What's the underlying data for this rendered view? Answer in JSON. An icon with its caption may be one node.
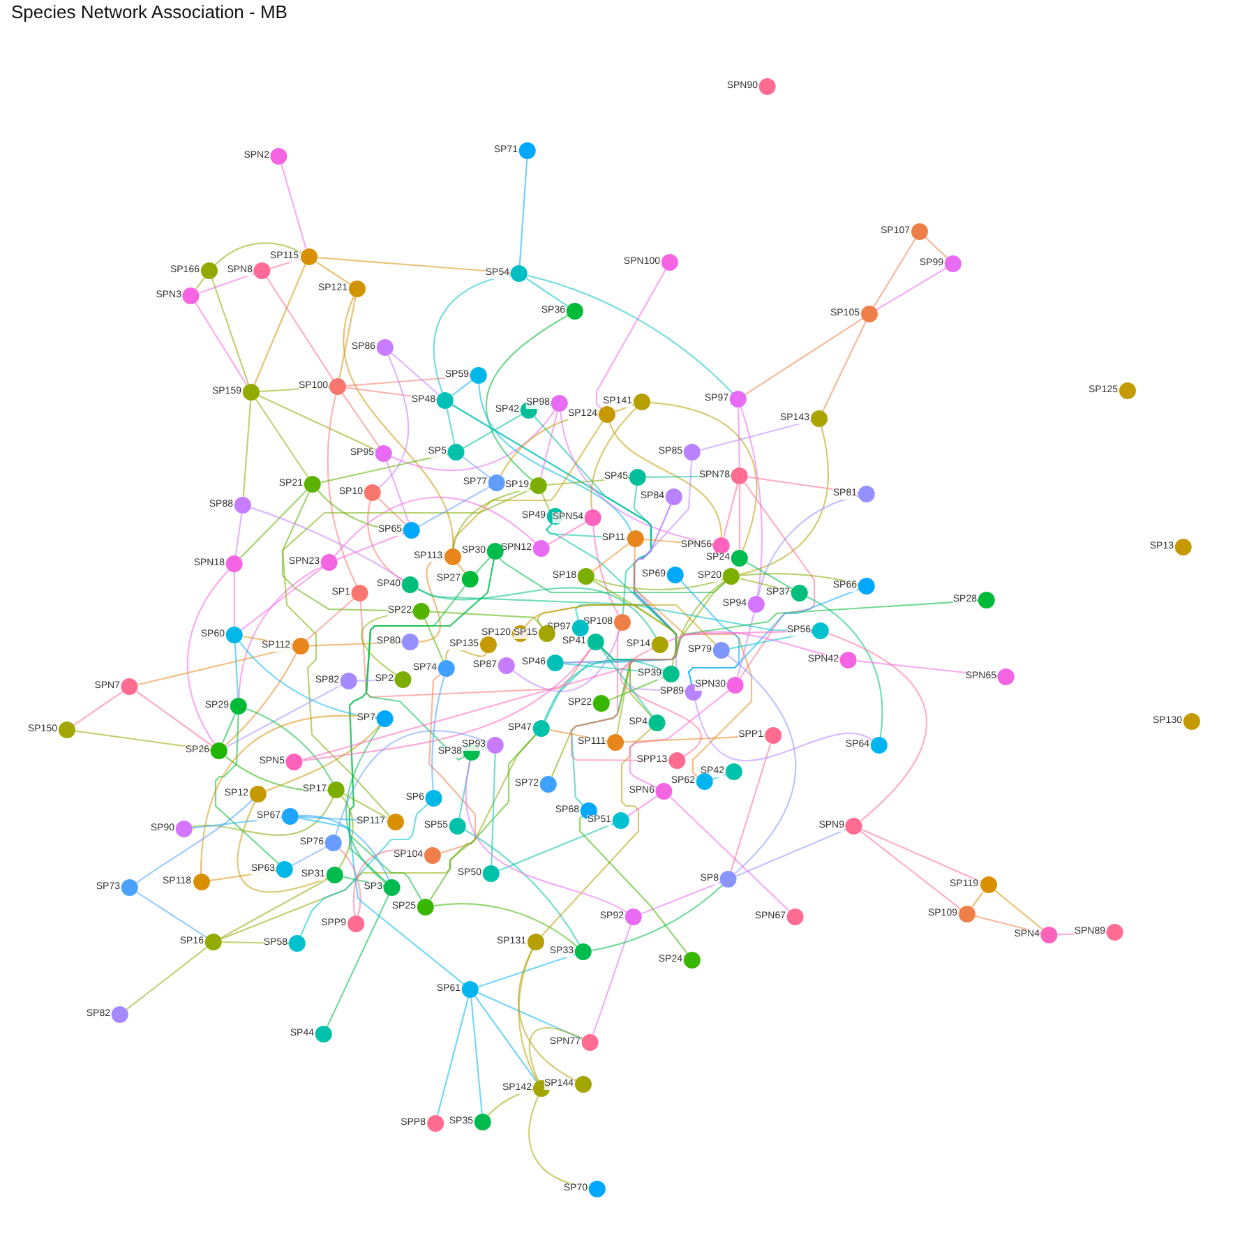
{
  "diagram": {
    "title": "Species Network Association - MB",
    "nodes": [
      {
        "text": [
          "SPN90"
        ]
      },
      {
        "text": [
          "SPN2"
        ]
      },
      {
        "text": [
          "SP71"
        ]
      },
      {
        "text": [
          "SPN100"
        ]
      },
      {
        "text": [
          "SP107"
        ]
      },
      {
        "text": [
          "SP99"
        ]
      },
      {
        "text": [
          "SP115"
        ]
      },
      {
        "text": [
          "SP166"
        ]
      },
      {
        "text": [
          "SPN8"
        ]
      },
      {
        "text": [
          "SPN3"
        ]
      },
      {
        "text": [
          "SP54"
        ]
      },
      {
        "text": [
          "SP121"
        ]
      },
      {
        "text": [
          "SP36"
        ]
      },
      {
        "text": [
          "SP105"
        ]
      },
      {
        "text": [
          "SP86"
        ]
      },
      {
        "text": [
          "SP59"
        ]
      },
      {
        "text": [
          "SP100"
        ]
      },
      {
        "text": [
          "SP159"
        ]
      },
      {
        "text": [
          "SP125"
        ]
      },
      {
        "text": [
          "SP48"
        ]
      },
      {
        "text": [
          "SP42"
        ]
      },
      {
        "text": [
          "SP98"
        ]
      },
      {
        "text": [
          "SP141"
        ]
      },
      {
        "text": [
          "SP124"
        ]
      },
      {
        "text": [
          "SP97"
        ]
      },
      {
        "text": [
          "SP143"
        ]
      },
      {
        "text": [
          "SP95"
        ]
      },
      {
        "text": [
          "SP5"
        ]
      },
      {
        "text": [
          "SP85"
        ]
      },
      {
        "text": [
          "SP21"
        ]
      },
      {
        "text": [
          "SP10"
        ]
      },
      {
        "text": [
          "SP77"
        ]
      },
      {
        "text": [
          "SP19"
        ]
      },
      {
        "text": [
          "SP45"
        ]
      },
      {
        "text": [
          "SPN78"
        ]
      },
      {
        "text": [
          "SP81"
        ]
      },
      {
        "text": [
          "SP88"
        ]
      },
      {
        "text": [
          "SP84"
        ]
      },
      {
        "text": [
          "SP49"
        ]
      },
      {
        "text": [
          "SPN54"
        ]
      },
      {
        "text": [
          "SP65"
        ]
      },
      {
        "text": [
          "SP11"
        ]
      },
      {
        "text": [
          "SP13"
        ]
      },
      {
        "text": [
          "SPN12"
        ]
      },
      {
        "text": [
          "SP30"
        ]
      },
      {
        "text": [
          "SP113"
        ]
      },
      {
        "text": [
          "SPN56"
        ]
      },
      {
        "text": [
          "SP24"
        ]
      },
      {
        "text": [
          "SPN18"
        ]
      },
      {
        "text": [
          "SPN23"
        ]
      },
      {
        "text": [
          "SP27"
        ]
      },
      {
        "text": [
          "SP18"
        ]
      },
      {
        "text": [
          "SP69"
        ]
      },
      {
        "text": [
          "SP20"
        ]
      },
      {
        "text": [
          "SP40"
        ]
      },
      {
        "text": [
          "SP66"
        ]
      },
      {
        "text": [
          "SP1"
        ]
      },
      {
        "text": [
          "SP37"
        ]
      },
      {
        "text": [
          "SP94"
        ]
      },
      {
        "text": [
          "SP28"
        ]
      },
      {
        "text": [
          "SP22"
        ]
      },
      {
        "text": [
          "SP108"
        ]
      },
      {
        "text": [
          "SP97"
        ]
      },
      {
        "text": [
          "SP120"
        ]
      },
      {
        "text": [
          "SP15"
        ]
      },
      {
        "text": [
          "SP41"
        ]
      },
      {
        "text": [
          "SP14"
        ]
      },
      {
        "text": [
          "SP56"
        ]
      },
      {
        "text": [
          "SP60"
        ]
      },
      {
        "text": [
          "SP112"
        ]
      },
      {
        "text": [
          "SP80"
        ]
      },
      {
        "text": [
          "SP135"
        ]
      },
      {
        "text": [
          "SP79"
        ]
      },
      {
        "text": [
          "SPN42"
        ]
      },
      {
        "text": [
          "SPN65"
        ]
      },
      {
        "text": [
          "SP74"
        ]
      },
      {
        "text": [
          "SP87"
        ]
      },
      {
        "text": [
          "SP46"
        ]
      },
      {
        "text": [
          "SP39"
        ]
      },
      {
        "text": [
          "SP2"
        ]
      },
      {
        "text": [
          "SP89"
        ]
      },
      {
        "text": [
          "SPN30"
        ]
      },
      {
        "text": [
          "SPN7"
        ]
      },
      {
        "text": [
          "SP82"
        ]
      },
      {
        "text": [
          "SP29"
        ]
      },
      {
        "text": [
          "SP22"
        ]
      },
      {
        "text": [
          "SP4"
        ]
      },
      {
        "text": [
          "SP7"
        ]
      },
      {
        "text": [
          "SP47"
        ]
      },
      {
        "text": [
          "SP150"
        ]
      },
      {
        "text": [
          "SPP1"
        ]
      },
      {
        "text": [
          "SP64"
        ]
      },
      {
        "text": [
          "SP26"
        ]
      },
      {
        "text": [
          "SP111"
        ]
      },
      {
        "text": [
          "SP38"
        ]
      },
      {
        "text": [
          "SP93"
        ]
      },
      {
        "text": [
          "SPP13"
        ]
      },
      {
        "text": [
          "SP42"
        ]
      },
      {
        "text": [
          "SPN5"
        ]
      },
      {
        "text": [
          "SP72"
        ]
      },
      {
        "text": [
          "SP62"
        ]
      },
      {
        "text": [
          "SPN6"
        ]
      },
      {
        "text": [
          "SP12"
        ]
      },
      {
        "text": [
          "SP17"
        ]
      },
      {
        "text": [
          "SP6"
        ]
      },
      {
        "text": [
          "SP68"
        ]
      },
      {
        "text": [
          "SP51"
        ]
      },
      {
        "text": [
          "SP90"
        ]
      },
      {
        "text": [
          "SP67"
        ]
      },
      {
        "text": [
          "SP117"
        ]
      },
      {
        "text": [
          "SP55"
        ]
      },
      {
        "text": [
          "SPN9"
        ]
      },
      {
        "text": [
          "SP76"
        ]
      },
      {
        "text": [
          "SP104"
        ]
      },
      {
        "text": [
          "SP118"
        ]
      },
      {
        "text": [
          "SP63"
        ]
      },
      {
        "text": [
          "SP31"
        ]
      },
      {
        "text": [
          "SP50"
        ]
      },
      {
        "text": [
          "SP8"
        ]
      },
      {
        "text": [
          "SP119"
        ]
      },
      {
        "text": [
          "SP73"
        ]
      },
      {
        "text": [
          "SP3"
        ]
      },
      {
        "text": [
          "SP25"
        ]
      },
      {
        "text": [
          "SP109"
        ]
      },
      {
        "text": [
          "SPP9"
        ]
      },
      {
        "text": [
          "SP92"
        ]
      },
      {
        "text": [
          "SPN67"
        ]
      },
      {
        "text": [
          "SPN4"
        ]
      },
      {
        "text": [
          "SPN89"
        ]
      },
      {
        "text": [
          "SP16"
        ]
      },
      {
        "text": [
          "SP58"
        ]
      },
      {
        "text": [
          "SP131"
        ]
      },
      {
        "text": [
          "SP33"
        ]
      },
      {
        "text": [
          "SP24"
        ]
      },
      {
        "text": [
          "SP61"
        ]
      },
      {
        "text": [
          "SP82"
        ]
      },
      {
        "text": [
          "SP44"
        ]
      },
      {
        "text": [
          "SPN77"
        ]
      },
      {
        "text": [
          "SP142"
        ]
      },
      {
        "text": [
          "SP144"
        ]
      },
      {
        "text": [
          "SPP8"
        ]
      },
      {
        "text": [
          "SP35"
        ]
      },
      {
        "text": [
          "SP70"
        ]
      },
      {
        "text": [
          "SP130"
        ]
      }
    ],
    "edges": [
      {
        "from": 1,
        "to": 6,
        "arrow": "none",
        "color": "#f564e3"
      },
      {
        "from": 7,
        "to": 6,
        "arrow": "none",
        "color": "#93aa00"
      },
      {
        "from": 8,
        "to": 6,
        "arrow": "none",
        "color": "#ff6a98"
      },
      {
        "from": 9,
        "to": 8,
        "arrow": "none",
        "color": "#f564e3"
      },
      {
        "from": 7,
        "to": 9,
        "arrow": "none",
        "color": "#93aa00"
      },
      {
        "from": 7,
        "to": 17,
        "arrow": "none",
        "color": "#93aa00"
      },
      {
        "from": 6,
        "to": 17,
        "arrow": "none",
        "color": "#d89000"
      },
      {
        "from": 6,
        "to": 11,
        "arrow": "none",
        "color": "#d89000"
      },
      {
        "from": 6,
        "to": 10,
        "arrow": "none",
        "color": "#d89000"
      },
      {
        "from": 8,
        "to": 16,
        "arrow": "none",
        "color": "#ff6a98"
      },
      {
        "from": 9,
        "to": 17,
        "arrow": "none",
        "color": "#f564e3"
      },
      {
        "from": 11,
        "to": 16,
        "arrow": "none",
        "color": "#cf9400"
      },
      {
        "from": 11,
        "to": 45,
        "arrow": "none",
        "color": "#cf9400"
      },
      {
        "from": 17,
        "to": 16,
        "arrow": "none",
        "color": "#93aa00"
      },
      {
        "from": 17,
        "to": 26,
        "arrow": "none",
        "color": "#93aa00"
      },
      {
        "from": 17,
        "to": 29,
        "arrow": "none",
        "color": "#93aa00"
      },
      {
        "from": 17,
        "to": 36,
        "arrow": "none",
        "color": "#93aa00"
      },
      {
        "from": 16,
        "to": 26,
        "arrow": "none",
        "color": "#f8766d"
      },
      {
        "from": 16,
        "to": 56,
        "arrow": "none",
        "color": "#f8766d"
      },
      {
        "from": 16,
        "to": 15,
        "arrow": "none",
        "color": "#f8766d"
      },
      {
        "from": 16,
        "to": 19,
        "arrow": "none",
        "color": "#f8766d"
      },
      {
        "from": 14,
        "to": 30,
        "arrow": "none",
        "color": "#c77cff"
      },
      {
        "from": 14,
        "to": 19,
        "arrow": "none",
        "color": "#c77cff"
      },
      {
        "from": 26,
        "to": 21,
        "arrow": "none",
        "color": "#e76bf3"
      },
      {
        "from": 26,
        "to": 40,
        "arrow": "none",
        "color": "#e76bf3"
      },
      {
        "from": 29,
        "to": 27,
        "arrow": "none",
        "color": "#5bb300"
      },
      {
        "from": 29,
        "to": 40,
        "arrow": "none",
        "color": "#5bb300"
      },
      {
        "from": 29,
        "to": 60,
        "arrow": "none",
        "color": "#5bb300"
      },
      {
        "from": 29,
        "to": 48,
        "arrow": "none",
        "color": "#5bb300"
      },
      {
        "from": 30,
        "to": 40,
        "arrow": "none",
        "color": "#f8766d"
      },
      {
        "from": 30,
        "to": 54,
        "arrow": "none",
        "color": "#f8766d"
      },
      {
        "from": 36,
        "to": 48,
        "arrow": "none",
        "color": "#c77cff"
      },
      {
        "from": 36,
        "to": 54,
        "arrow": "none",
        "color": "#c77cff"
      },
      {
        "from": 48,
        "to": 68,
        "arrow": "none",
        "color": "#f564e3"
      },
      {
        "from": 48,
        "to": 92,
        "arrow": "none",
        "color": "#f564e3"
      },
      {
        "from": 49,
        "to": 40,
        "arrow": "none",
        "color": "#f564e3"
      },
      {
        "from": 49,
        "to": 68,
        "arrow": "none",
        "color": "#f564e3"
      },
      {
        "from": 49,
        "to": 84,
        "arrow": "none",
        "color": "#f564e3"
      },
      {
        "from": 49,
        "to": 43,
        "arrow": "none",
        "color": "#f564e3"
      },
      {
        "from": 56,
        "to": 69,
        "arrow": "none",
        "color": "#f8766d"
      },
      {
        "from": 56,
        "to": 65,
        "arrow": "none",
        "color": "#f8766d"
      },
      {
        "from": 2,
        "to": 10,
        "arrow": "none",
        "color": "#00a9ff"
      },
      {
        "from": 10,
        "to": 12,
        "arrow": "none",
        "color": "#00bfc4"
      },
      {
        "from": 10,
        "to": 24,
        "arrow": "none",
        "color": "#00bfc4"
      },
      {
        "from": 10,
        "to": 19,
        "arrow": "none",
        "color": "#00bfc4"
      },
      {
        "from": 12,
        "to": 32,
        "arrow": "none",
        "color": "#00ba38"
      },
      {
        "from": 3,
        "to": 23,
        "arrow": "none",
        "color": "#f564e3"
      },
      {
        "from": 4,
        "to": 5,
        "arrow": "none",
        "color": "#ef7f49"
      },
      {
        "from": 4,
        "to": 13,
        "arrow": "none",
        "color": "#ef7f49"
      },
      {
        "from": 5,
        "to": 13,
        "arrow": "none",
        "color": "#e76bf3"
      },
      {
        "from": 13,
        "to": 24,
        "arrow": "none",
        "color": "#ef7f49"
      },
      {
        "from": 13,
        "to": 25,
        "arrow": "none",
        "color": "#ef7f49"
      },
      {
        "from": 25,
        "to": 53,
        "arrow": "none",
        "color": "#aba300"
      },
      {
        "from": 24,
        "to": 34,
        "arrow": "none",
        "color": "#e76bf3"
      },
      {
        "from": 24,
        "to": 58,
        "arrow": "none",
        "color": "#e76bf3"
      },
      {
        "from": 28,
        "to": 25,
        "arrow": "none",
        "color": "#b983ff"
      },
      {
        "from": 28,
        "to": 78,
        "arrow": "none",
        "color": "#b983ff"
      },
      {
        "from": 15,
        "to": 19,
        "arrow": "none",
        "color": "#00b8e7"
      },
      {
        "from": 15,
        "to": 41,
        "arrow": "none",
        "color": "#00b8e7"
      },
      {
        "from": 19,
        "to": 27,
        "arrow": "none",
        "color": "#00c0b8"
      },
      {
        "from": 19,
        "to": 77,
        "arrow": "none",
        "color": "#00c0b8"
      },
      {
        "from": 19,
        "to": 88,
        "arrow": "none",
        "color": "#00c0b8"
      },
      {
        "from": 20,
        "to": 21,
        "arrow": "none",
        "color": "#00bf99"
      },
      {
        "from": 20,
        "to": 27,
        "arrow": "none",
        "color": "#00bf99"
      },
      {
        "from": 20,
        "to": 65,
        "arrow": "none",
        "color": "#00bf99"
      },
      {
        "from": 21,
        "to": 46,
        "arrow": "none",
        "color": "#e76bf3"
      },
      {
        "from": 21,
        "to": 32,
        "arrow": "none",
        "color": "#e76bf3"
      },
      {
        "from": 22,
        "to": 23,
        "arrow": "none",
        "color": "#b69f00"
      },
      {
        "from": 22,
        "to": 39,
        "arrow": "none",
        "color": "#b69f00"
      },
      {
        "from": 22,
        "to": 47,
        "arrow": "none",
        "color": "#b69f00"
      },
      {
        "from": 23,
        "to": 31,
        "arrow": "none",
        "color": "#c49a00"
      },
      {
        "from": 23,
        "to": 45,
        "arrow": "none",
        "color": "#c49a00"
      },
      {
        "from": 23,
        "to": 46,
        "arrow": "none",
        "color": "#c49a00"
      },
      {
        "from": 32,
        "to": 33,
        "arrow": "none",
        "color": "#7cae00"
      },
      {
        "from": 32,
        "to": 38,
        "arrow": "none",
        "color": "#7cae00"
      },
      {
        "from": 32,
        "to": 45,
        "arrow": "none",
        "color": "#7cae00"
      },
      {
        "from": 32,
        "to": 109,
        "arrow": "none",
        "color": "#7cae00"
      },
      {
        "from": 33,
        "to": 61,
        "arrow": "none",
        "color": "#00bf99"
      },
      {
        "from": 33,
        "to": 34,
        "arrow": "none",
        "color": "#00bf99"
      },
      {
        "from": 34,
        "to": 46,
        "arrow": "none",
        "color": "#ff6c91"
      },
      {
        "from": 34,
        "to": 47,
        "arrow": "none",
        "color": "#ff6c91"
      },
      {
        "from": 34,
        "to": 35,
        "arrow": "none",
        "color": "#ff6c91"
      },
      {
        "from": 34,
        "to": 81,
        "arrow": "none",
        "color": "#ff6c91"
      },
      {
        "from": 37,
        "to": 80,
        "arrow": "none",
        "color": "#b983ff"
      },
      {
        "from": 37,
        "to": 77,
        "arrow": "none",
        "color": "#b983ff"
      },
      {
        "from": 35,
        "to": 58,
        "arrow": "none",
        "color": "#9590ff"
      },
      {
        "from": 31,
        "to": 40,
        "arrow": "none",
        "color": "#619cff"
      },
      {
        "from": 31,
        "to": 27,
        "arrow": "none",
        "color": "#619cff"
      },
      {
        "from": 38,
        "to": 41,
        "arrow": "none",
        "color": "#00c1aa"
      },
      {
        "from": 38,
        "to": 105,
        "arrow": "none",
        "color": "#00c1aa"
      },
      {
        "from": 39,
        "to": 43,
        "arrow": "none",
        "color": "#ff62bc"
      },
      {
        "from": 39,
        "to": 61,
        "arrow": "none",
        "color": "#ff62bc"
      },
      {
        "from": 41,
        "to": 46,
        "arrow": "none",
        "color": "#e7861b"
      },
      {
        "from": 41,
        "to": 100,
        "arrow": "none",
        "color": "#e7861b"
      },
      {
        "from": 41,
        "to": 51,
        "arrow": "none",
        "color": "#e7861b"
      },
      {
        "from": 44,
        "to": 53,
        "arrow": "none",
        "color": "#00bb4e"
      },
      {
        "from": 44,
        "to": 94,
        "arrow": "none",
        "color": "#00bb4e"
      },
      {
        "from": 44,
        "to": 121,
        "arrow": "none",
        "color": "#00bb4e"
      },
      {
        "from": 45,
        "to": 70,
        "arrow": "none",
        "color": "#e7861b"
      },
      {
        "from": 50,
        "to": 122,
        "arrow": "none",
        "color": "#00ba38"
      },
      {
        "from": 51,
        "to": 53,
        "arrow": "none",
        "color": "#7cae00"
      },
      {
        "from": 51,
        "to": 99,
        "arrow": "none",
        "color": "#7cae00"
      },
      {
        "from": 52,
        "to": 80,
        "arrow": "none",
        "color": "#00a9ff"
      },
      {
        "from": 53,
        "to": 55,
        "arrow": "none",
        "color": "#7cae00"
      },
      {
        "from": 53,
        "to": 57,
        "arrow": "none",
        "color": "#7cae00"
      },
      {
        "from": 53,
        "to": 86,
        "arrow": "none",
        "color": "#7cae00"
      },
      {
        "from": 53,
        "to": 78,
        "arrow": "none",
        "color": "#7cae00"
      },
      {
        "from": 47,
        "to": 57,
        "arrow": "none",
        "color": "#00bb4e"
      },
      {
        "from": 58,
        "to": 81,
        "arrow": "none",
        "color": "#d575fe"
      },
      {
        "from": 57,
        "to": 91,
        "arrow": "none",
        "color": "#00bf7d"
      },
      {
        "from": 59,
        "to": 65,
        "arrow": "none",
        "color": "#00ba38"
      },
      {
        "from": 55,
        "to": 80,
        "arrow": "none",
        "color": "#00a9ff"
      },
      {
        "from": 67,
        "to": 72,
        "arrow": "none",
        "color": "#00c1d0"
      },
      {
        "from": 73,
        "to": 74,
        "arrow": "none",
        "color": "#f564e3"
      },
      {
        "from": 73,
        "to": 66,
        "arrow": "none",
        "color": "#f564e3"
      },
      {
        "from": 69,
        "to": 68,
        "arrow": "none",
        "color": "#e7861b"
      },
      {
        "from": 69,
        "to": 70,
        "arrow": "none",
        "color": "#e7861b"
      },
      {
        "from": 69,
        "to": 82,
        "arrow": "none",
        "color": "#e7861b"
      },
      {
        "from": 69,
        "to": 92,
        "arrow": "none",
        "color": "#e7861b"
      },
      {
        "from": 68,
        "to": 87,
        "arrow": "none",
        "color": "#00b8e7"
      },
      {
        "from": 68,
        "to": 84,
        "arrow": "none",
        "color": "#00b8e7"
      },
      {
        "from": 82,
        "to": 89,
        "arrow": "none",
        "color": "#ff6c91"
      },
      {
        "from": 82,
        "to": 92,
        "arrow": "none",
        "color": "#ff6c91"
      },
      {
        "from": 89,
        "to": 92,
        "arrow": "none",
        "color": "#a3a500"
      },
      {
        "from": 83,
        "to": 92,
        "arrow": "none",
        "color": "#a58aff"
      },
      {
        "from": 83,
        "to": 79,
        "arrow": "none",
        "color": "#a58aff"
      },
      {
        "from": 84,
        "to": 103,
        "arrow": "none",
        "color": "#00ba38"
      },
      {
        "from": 84,
        "to": 115,
        "arrow": "none",
        "color": "#00ba38"
      },
      {
        "from": 92,
        "to": 103,
        "arrow": "none",
        "color": "#1fb500"
      },
      {
        "from": 98,
        "to": 65,
        "arrow": "none",
        "color": "#ff62bc"
      },
      {
        "from": 102,
        "to": 87,
        "arrow": "none",
        "color": "#c49a00"
      },
      {
        "from": 102,
        "to": 116,
        "arrow": "none",
        "color": "#c49a00"
      },
      {
        "from": 103,
        "to": 116,
        "arrow": "none",
        "color": "#7cae00"
      },
      {
        "from": 103,
        "to": 109,
        "arrow": "none",
        "color": "#7cae00"
      },
      {
        "from": 103,
        "to": 107,
        "arrow": "none",
        "color": "#7cae00"
      },
      {
        "from": 108,
        "to": 107,
        "arrow": "none",
        "color": "#1ea5ff"
      },
      {
        "from": 108,
        "to": 109,
        "arrow": "none",
        "color": "#1ea5ff"
      },
      {
        "from": 108,
        "to": 121,
        "arrow": "none",
        "color": "#1ea5ff"
      },
      {
        "from": 112,
        "to": 115,
        "arrow": "none",
        "color": "#6a9cff"
      },
      {
        "from": 112,
        "to": 95,
        "arrow": "none",
        "color": "#6a9cff"
      },
      {
        "from": 114,
        "to": 115,
        "arrow": "none",
        "color": "#d89000"
      },
      {
        "from": 114,
        "to": 87,
        "arrow": "none",
        "color": "#d89000"
      },
      {
        "from": 120,
        "to": 102,
        "arrow": "none",
        "color": "#4aa0ff"
      },
      {
        "from": 120,
        "to": 129,
        "arrow": "none",
        "color": "#4aa0ff"
      },
      {
        "from": 129,
        "to": 135,
        "arrow": "none",
        "color": "#93aa00"
      },
      {
        "from": 129,
        "to": 130,
        "arrow": "none",
        "color": "#93aa00"
      },
      {
        "from": 129,
        "to": 116,
        "arrow": "none",
        "color": "#93aa00"
      },
      {
        "from": 129,
        "to": 88,
        "arrow": "none",
        "color": "#93aa00"
      },
      {
        "from": 130,
        "to": 104,
        "arrow": "none",
        "color": "#00c1d0"
      },
      {
        "from": 116,
        "to": 121,
        "arrow": "none",
        "color": "#00bb4e"
      },
      {
        "from": 121,
        "to": 136,
        "arrow": "none",
        "color": "#00bb4e"
      },
      {
        "from": 121,
        "to": 87,
        "arrow": "none",
        "color": "#00bb4e"
      },
      {
        "from": 124,
        "to": 112,
        "arrow": "none",
        "color": "#ff6c91"
      },
      {
        "from": 124,
        "to": 113,
        "arrow": "none",
        "color": "#ff6c91"
      },
      {
        "from": 113,
        "to": 75,
        "arrow": "none",
        "color": "#f07e4a"
      },
      {
        "from": 122,
        "to": 132,
        "arrow": "none",
        "color": "#39b600"
      },
      {
        "from": 122,
        "to": 88,
        "arrow": "none",
        "color": "#39b600"
      },
      {
        "from": 117,
        "to": 95,
        "arrow": "none",
        "color": "#00c1aa"
      },
      {
        "from": 117,
        "to": 106,
        "arrow": "none",
        "color": "#00c1aa"
      },
      {
        "from": 110,
        "to": 94,
        "arrow": "none",
        "color": "#00c1aa"
      },
      {
        "from": 110,
        "to": 132,
        "arrow": "none",
        "color": "#00c1aa"
      },
      {
        "from": 134,
        "to": 132,
        "arrow": "none",
        "color": "#00b4f0"
      },
      {
        "from": 134,
        "to": 137,
        "arrow": "none",
        "color": "#00b4f0"
      },
      {
        "from": 134,
        "to": 138,
        "arrow": "none",
        "color": "#00b4f0"
      },
      {
        "from": 134,
        "to": 141,
        "arrow": "none",
        "color": "#00b4f0"
      },
      {
        "from": 134,
        "to": 140,
        "arrow": "none",
        "color": "#00b4f0"
      },
      {
        "from": 134,
        "to": 108,
        "arrow": "none",
        "color": "#00b4f0"
      },
      {
        "from": 131,
        "to": 138,
        "arrow": "none",
        "color": "#b69f00"
      },
      {
        "from": 131,
        "to": 139,
        "arrow": "none",
        "color": "#b69f00"
      },
      {
        "from": 131,
        "to": 86,
        "arrow": "none",
        "color": "#b69f00"
      },
      {
        "from": 138,
        "to": 141,
        "arrow": "none",
        "color": "#a3a500"
      },
      {
        "from": 138,
        "to": 137,
        "arrow": "none",
        "color": "#a3a500"
      },
      {
        "from": 138,
        "to": 142,
        "arrow": "none",
        "color": "#a3a500"
      },
      {
        "from": 125,
        "to": 137,
        "arrow": "none",
        "color": "#e76bf3"
      },
      {
        "from": 125,
        "to": 118,
        "arrow": "none",
        "color": "#e76bf3"
      },
      {
        "from": 125,
        "to": 94,
        "arrow": "none",
        "color": "#e76bf3"
      },
      {
        "from": 132,
        "to": 118,
        "arrow": "none",
        "color": "#00bb4e"
      },
      {
        "from": 118,
        "to": 72,
        "arrow": "none",
        "color": "#8b93ff"
      },
      {
        "from": 118,
        "to": 111,
        "arrow": "none",
        "color": "#8b93ff"
      },
      {
        "from": 101,
        "to": 126,
        "arrow": "none",
        "color": "#f564e3"
      },
      {
        "from": 101,
        "to": 106,
        "arrow": "none",
        "color": "#f564e3"
      },
      {
        "from": 101,
        "to": 81,
        "arrow": "none",
        "color": "#f564e3"
      },
      {
        "from": 111,
        "to": 119,
        "arrow": "none",
        "color": "#ff6c91"
      },
      {
        "from": 111,
        "to": 123,
        "arrow": "none",
        "color": "#ff6c91"
      },
      {
        "from": 111,
        "to": 67,
        "arrow": "none",
        "color": "#ff6c91"
      },
      {
        "from": 119,
        "to": 123,
        "arrow": "none",
        "color": "#d89000"
      },
      {
        "from": 119,
        "to": 127,
        "arrow": "none",
        "color": "#d89000"
      },
      {
        "from": 123,
        "to": 127,
        "arrow": "none",
        "color": "#ef7f49"
      },
      {
        "from": 127,
        "to": 128,
        "arrow": "none",
        "color": "#ff62bc"
      },
      {
        "from": 133,
        "to": 105,
        "arrow": "none",
        "color": "#39b600"
      },
      {
        "from": 93,
        "to": 90,
        "arrow": "none",
        "color": "#e7861b"
      },
      {
        "from": 93,
        "to": 88,
        "arrow": "none",
        "color": "#e7861b"
      },
      {
        "from": 90,
        "to": 118,
        "arrow": "none",
        "color": "#ff6c91"
      },
      {
        "from": 96,
        "to": 61,
        "arrow": "none",
        "color": "#ff6c91"
      },
      {
        "from": 100,
        "to": 97,
        "arrow": "none",
        "color": "#00b4f0"
      },
      {
        "from": 96,
        "to": 66,
        "arrow": "none",
        "color": "#ff6c91"
      },
      {
        "from": 80,
        "to": 91,
        "arrow": "none",
        "color": "#b983ff"
      },
      {
        "from": 71,
        "to": 75,
        "arrow": "none",
        "color": "#c49a00"
      },
      {
        "from": 76,
        "to": 61,
        "arrow": "none",
        "color": "#c77cff"
      },
      {
        "from": 75,
        "to": 104,
        "arrow": "none",
        "color": "#3ea1ff"
      },
      {
        "from": 79,
        "to": 60,
        "arrow": "none",
        "color": "#7cae00"
      },
      {
        "from": 60,
        "to": 64,
        "arrow": "none",
        "color": "#53b400"
      },
      {
        "from": 60,
        "to": 75,
        "arrow": "none",
        "color": "#53b400"
      },
      {
        "from": 54,
        "to": 66,
        "arrow": "none",
        "color": "#00bf7d"
      },
      {
        "from": 54,
        "to": 65,
        "arrow": "none",
        "color": "#00bf7d"
      },
      {
        "from": 62,
        "to": 67,
        "arrow": "none",
        "color": "#00bfc4"
      },
      {
        "from": 77,
        "to": 78,
        "arrow": "none",
        "color": "#00c0b8"
      },
      {
        "from": 85,
        "to": 78,
        "arrow": "none",
        "color": "#39b600"
      },
      {
        "from": 88,
        "to": 78,
        "arrow": "none",
        "color": "#00c1aa"
      },
      {
        "from": 65,
        "to": 86,
        "arrow": "none",
        "color": "#00bf99"
      },
      {
        "from": 64,
        "to": 93,
        "arrow": "none",
        "color": "#a3a500"
      },
      {
        "from": 98,
        "to": 67,
        "arrow": "none",
        "color": "#ff62bc"
      },
      {
        "from": 63,
        "to": 72,
        "arrow": "none",
        "color": "#c49a00"
      },
      {
        "from": 94,
        "to": 95,
        "arrow": "none",
        "color": "#00bb4e"
      },
      {
        "from": 84,
        "to": 92,
        "arrow": "none",
        "color": "#00ba38"
      },
      {
        "from": 50,
        "to": 44,
        "arrow": "none",
        "color": "#00ba38"
      },
      {
        "from": 45,
        "to": 50,
        "arrow": "none",
        "color": "#e7861b"
      }
    ]
  }
}
